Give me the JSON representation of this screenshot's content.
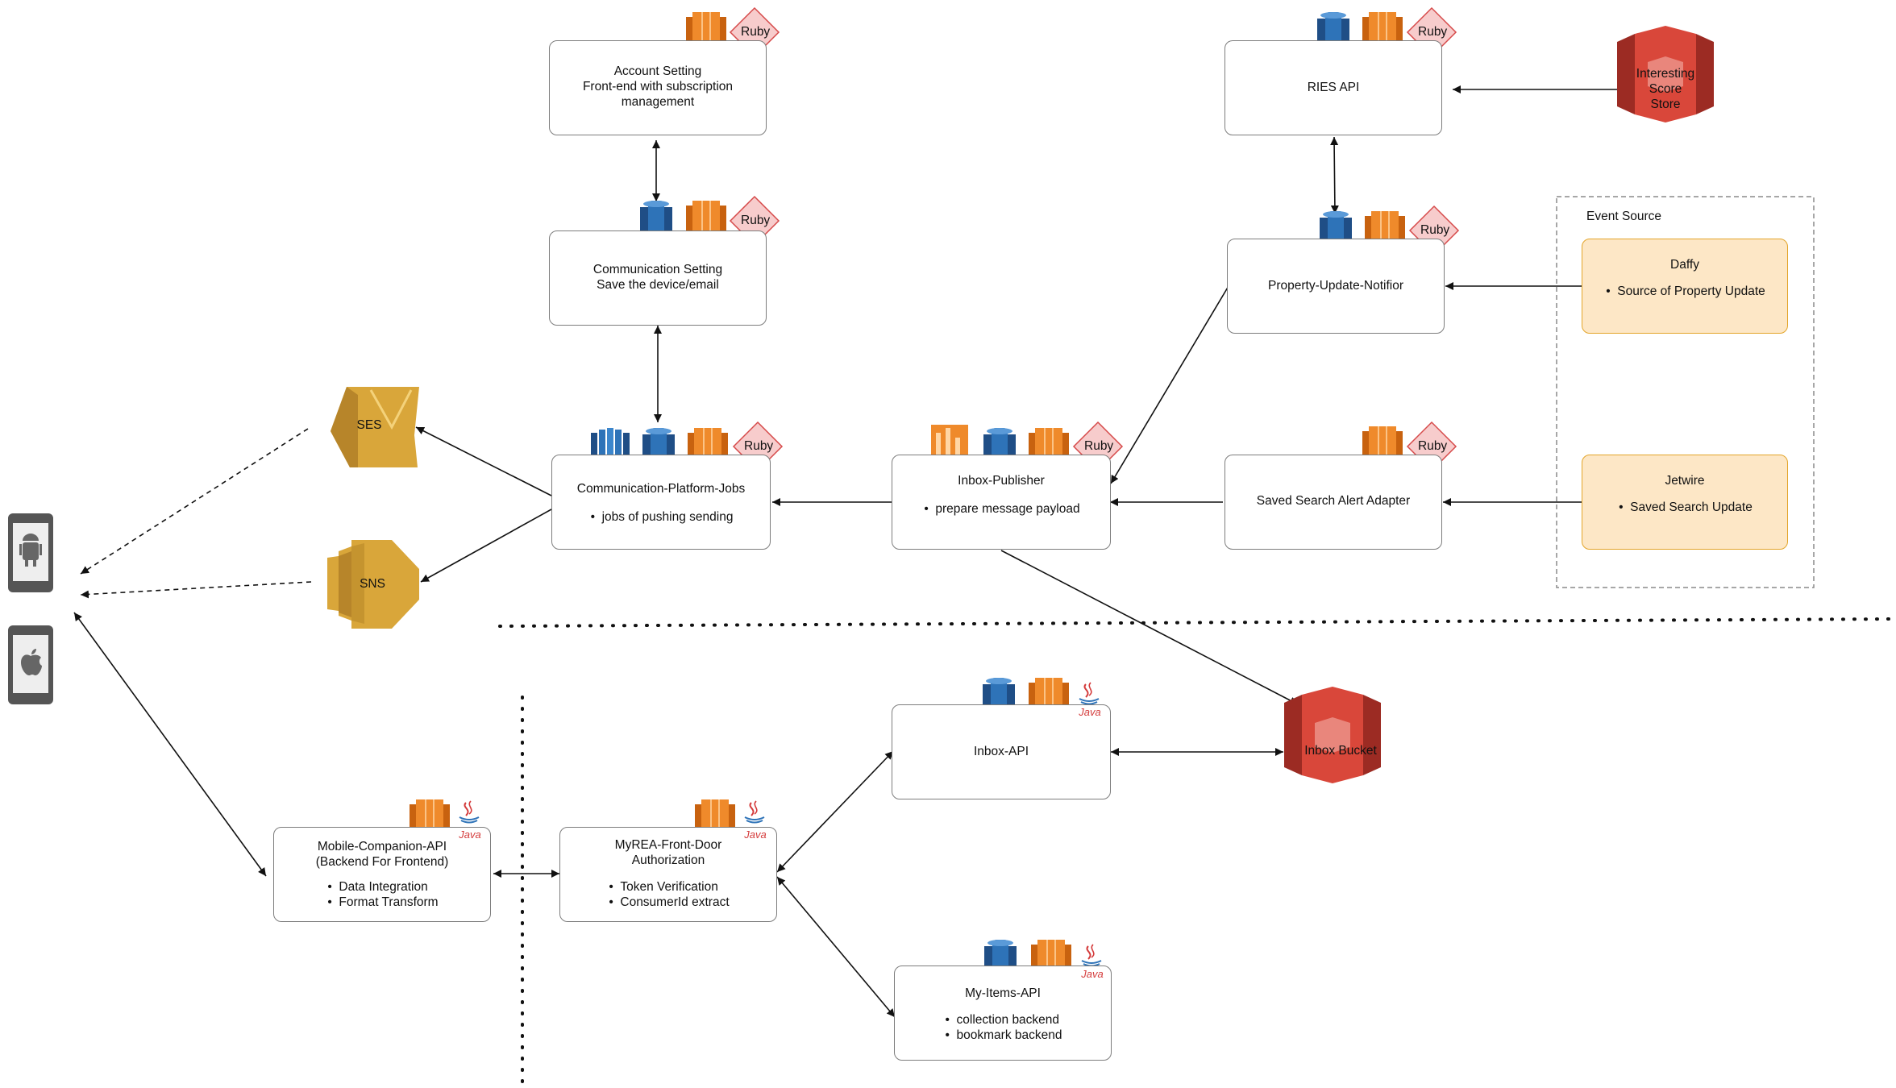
{
  "tech_labels": {
    "ruby": "Ruby",
    "java": "Java"
  },
  "colors": {
    "orange": "#ef8a2b",
    "blue": "#2e73b8",
    "ruby_fill": "#f7cccc",
    "ruby_stroke": "#d64a4a",
    "ses_sns": "#d9a63a",
    "s3": "#d9473a",
    "event_fill": "#fde7c6",
    "event_stroke": "#e3a52a"
  },
  "nodes": {
    "account_setting": {
      "title": "Account Setting\nFront-end with subscription\nmanagement"
    },
    "communication_setting": {
      "title": "Communication Setting\nSave the device/email"
    },
    "communication_platform_jobs": {
      "title": "Communication-Platform-Jobs",
      "bullets": [
        "jobs of pushing sending"
      ]
    },
    "inbox_publisher": {
      "title": "Inbox-Publisher",
      "bullets": [
        "prepare message payload"
      ]
    },
    "ries_api": {
      "title": "RIES API"
    },
    "property_update_notifior": {
      "title": "Property-Update-Notifior"
    },
    "saved_search_alert_adapter": {
      "title": "Saved Search Alert Adapter"
    },
    "inbox_api": {
      "title": "Inbox-API"
    },
    "mobile_companion_api": {
      "title": "Mobile-Companion-API\n(Backend For Frontend)",
      "bullets": [
        "Data Integration",
        "Format Transform"
      ]
    },
    "myrea_front_door": {
      "title": "MyREA-Front-Door\nAuthorization",
      "bullets": [
        "Token Verification",
        "ConsumerId extract"
      ]
    },
    "my_items_api": {
      "title": "My-Items-API",
      "bullets": [
        "collection backend",
        "bookmark backend"
      ]
    }
  },
  "event_source": {
    "label": "Event Source",
    "daffy": {
      "title": "Daffy",
      "bullets": [
        "Source of Property Update"
      ]
    },
    "jetwire": {
      "title": "Jetwire",
      "bullets": [
        "Saved Search Update"
      ]
    }
  },
  "services": {
    "ses": "SES",
    "sns": "SNS",
    "interesting_score_store": "Interesting\nScore\nStore",
    "inbox_bucket": "Inbox Bucket"
  },
  "devices": [
    "android-phone",
    "ios-phone"
  ]
}
